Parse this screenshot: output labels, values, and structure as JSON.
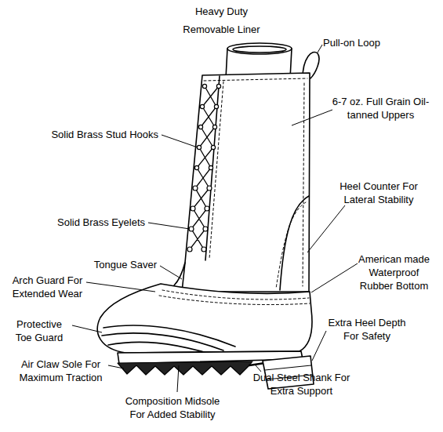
{
  "diagram": {
    "labels": [
      "Heavy Duty Removable Liner",
      "Pull-on Loop",
      "6-7 oz. Full Grain Oil-tanned Uppers",
      "Solid Brass Stud Hooks",
      "Heel Counter For Lateral Stability",
      "Solid Brass Eyelets",
      "American made Waterproof Rubber Bottom",
      "Tongue Saver",
      "Arch Guard For Extended Wear",
      "Protective Toe Guard",
      "Extra Heel Depth For Safety",
      "Air Claw Sole For Maximum Traction",
      "Dual Steel Shank For Extra Support",
      "Composition Midsole For Added Stability"
    ]
  }
}
